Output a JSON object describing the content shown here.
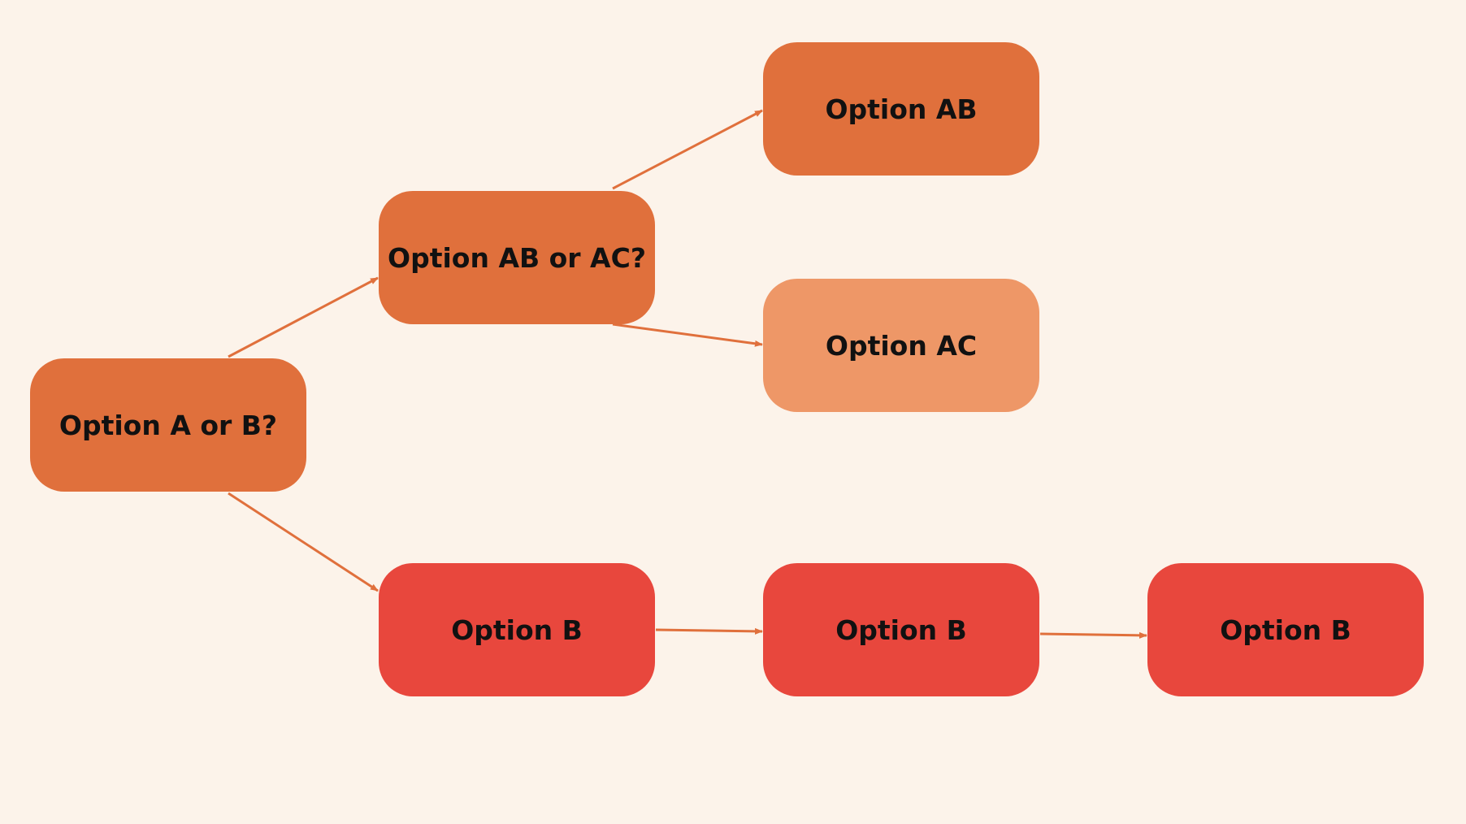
{
  "diagram": {
    "colors": {
      "background": "#fcf3ea",
      "node_primary": "#e0703c",
      "node_light": "#ee9767",
      "node_red": "#e8473d",
      "arrow": "#e0703c",
      "text": "#111111"
    },
    "nodes": {
      "root": "Option A or B?",
      "ab_or_ac": "Option AB or AC?",
      "ab": "Option AB",
      "ac": "Option AC",
      "b1": "Option B",
      "b2": "Option B",
      "b3": "Option B"
    },
    "edges": [
      {
        "from": "root",
        "to": "ab_or_ac"
      },
      {
        "from": "root",
        "to": "b1"
      },
      {
        "from": "ab_or_ac",
        "to": "ab"
      },
      {
        "from": "ab_or_ac",
        "to": "ac"
      },
      {
        "from": "b1",
        "to": "b2"
      },
      {
        "from": "b2",
        "to": "b3"
      }
    ]
  }
}
